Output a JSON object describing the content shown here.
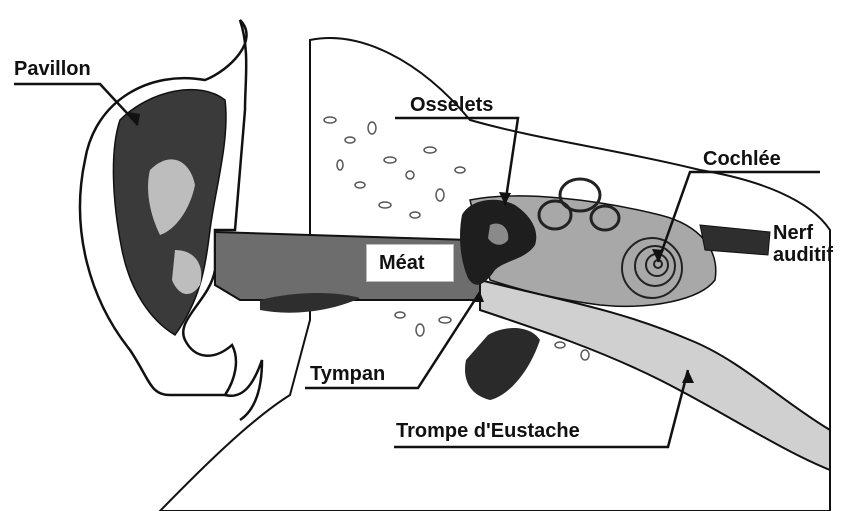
{
  "labels": {
    "pavillon": "Pavillon",
    "osselets": "Osselets",
    "cochlee": "Cochlée",
    "nerf_line1": "Nerf",
    "nerf_line2": "auditif",
    "meat": "Méat",
    "tympan": "Tympan",
    "trompe": "Trompe d'Eustache"
  },
  "colors": {
    "dark_tissue": "#2e2e2e",
    "mid_gray": "#6d6d6d",
    "light_gray": "#bdbdbd",
    "pale_gray": "#d8d8d8",
    "outline": "#111111",
    "background": "#ffffff"
  }
}
